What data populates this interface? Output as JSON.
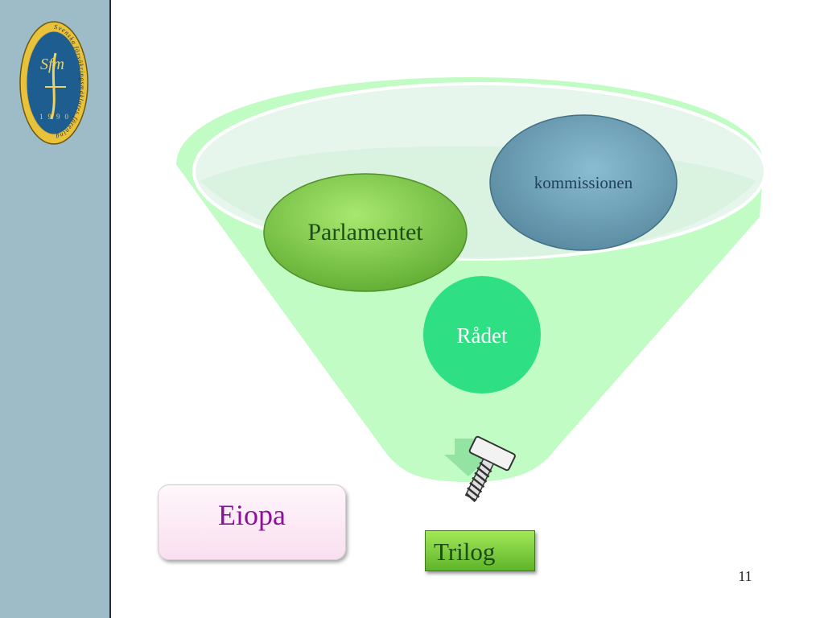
{
  "logo": {
    "ring_text": "Svenska försäkringsmäklares förening",
    "monogram": "Sfm",
    "year": "1990"
  },
  "diagram": {
    "nodes": {
      "kommissionen": "kommissionen",
      "parlamentet": "Parlamentet",
      "radet": "Rådet"
    },
    "eiopa_label": "Eiopa",
    "trilog_label": "Trilog",
    "screw_icon": "screw-icon",
    "arrow_icon": "down-arrow-icon"
  },
  "slide": {
    "number": "11"
  },
  "colors": {
    "sidebar": "#9dbcc8",
    "funnel": "#bdfcc0",
    "parlamentet": "#72c83c",
    "kommissionen": "#5f98b0",
    "radet": "#2ee083",
    "eiopa_text": "#8b1199",
    "trilog_bg": "#7dd03a"
  }
}
